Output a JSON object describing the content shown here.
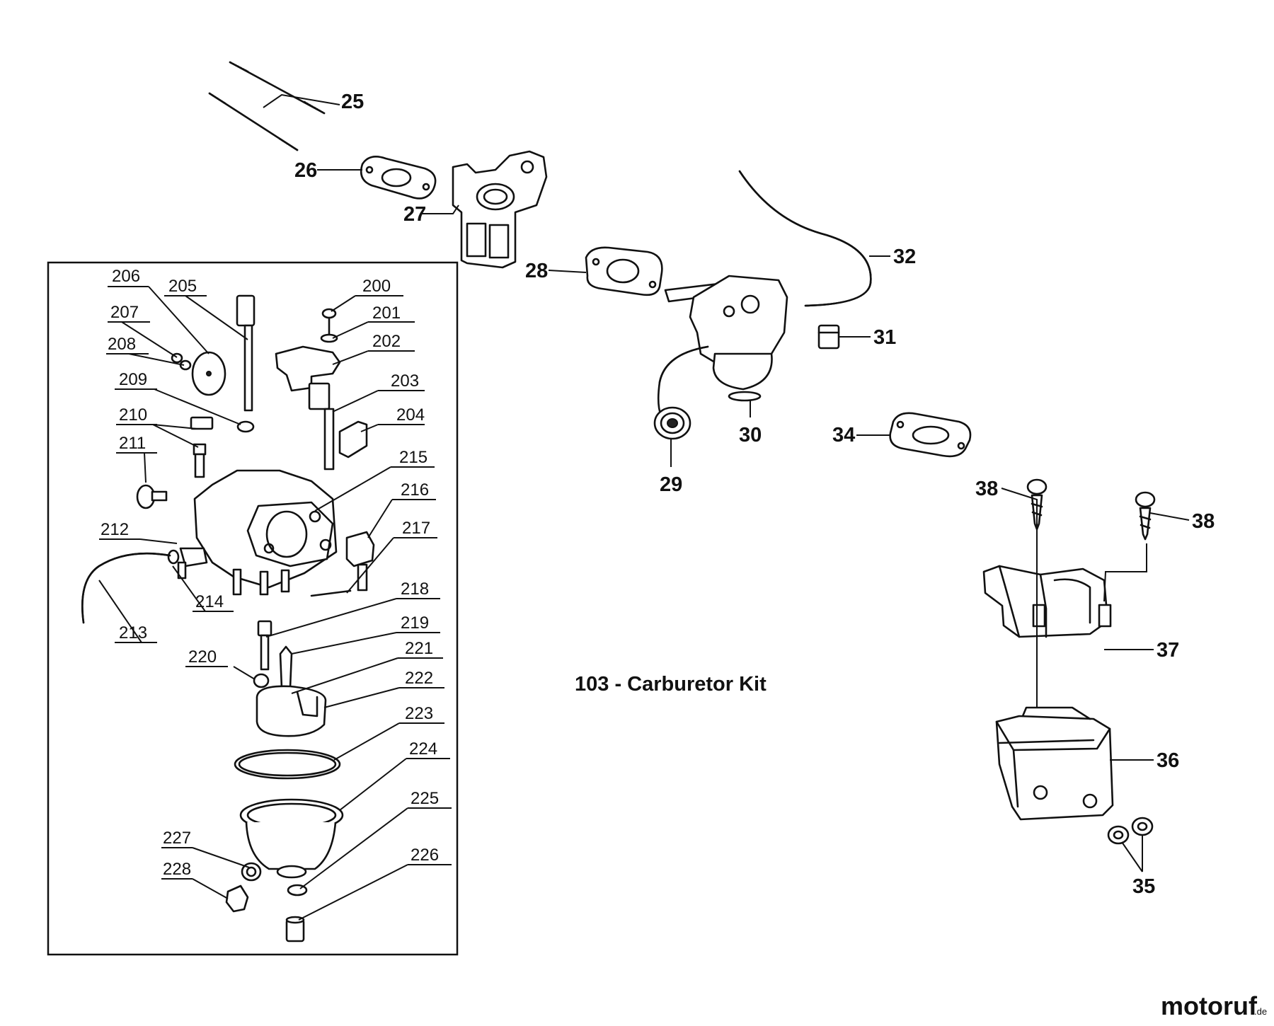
{
  "kit_title": "103 - Carburetor Kit",
  "logo": {
    "text": "motoruf",
    "suffix": ".de",
    "color_main": "#3e52a0",
    "color_accent": "#e07a1f"
  },
  "labels": {
    "p25": "25",
    "p26": "26",
    "p27": "27",
    "p28": "28",
    "p29": "29",
    "p30": "30",
    "p31": "31",
    "p32": "32",
    "p34": "34",
    "p35": "35",
    "p36": "36",
    "p37": "37",
    "p38a": "38",
    "p38b": "38",
    "p200": "200",
    "p201": "201",
    "p202": "202",
    "p203": "203",
    "p204": "204",
    "p205": "205",
    "p206": "206",
    "p207": "207",
    "p208": "208",
    "p209": "209",
    "p210": "210",
    "p211": "211",
    "p212": "212",
    "p213": "213",
    "p214": "214",
    "p215": "215",
    "p216": "216",
    "p217": "217",
    "p218": "218",
    "p219": "219",
    "p220": "220",
    "p221": "221",
    "p222": "222",
    "p223": "223",
    "p224": "224",
    "p225": "225",
    "p226": "226",
    "p227": "227",
    "p228": "228"
  }
}
